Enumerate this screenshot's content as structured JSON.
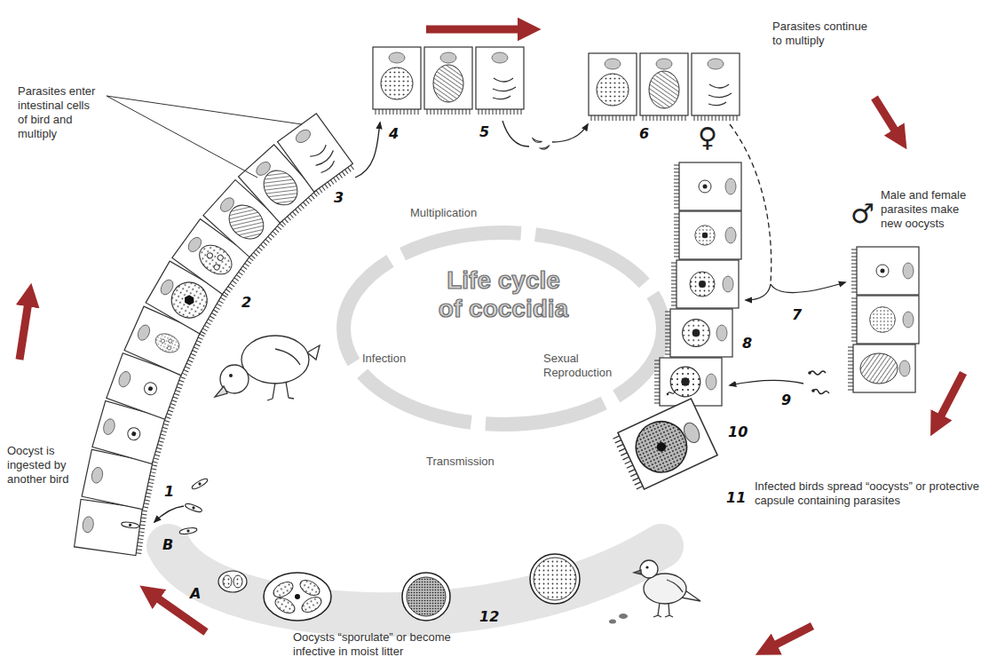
{
  "diagram": {
    "title": "Life cycle of coccidia",
    "labels": [
      "Parasites enter intestinal cells of bird and multiply",
      "Parasites continue to multiply",
      "Male and female parasites make new oocysts",
      "Infected birds spread “oocysts” or protective capsule containing parasites",
      "Oocysts “sporulate” or become infective in moist litter",
      "Oocyst is ingested by another bird",
      "Multiplication",
      "Sexual Reproduction",
      "Transmission",
      "Infection",
      "1",
      "2",
      "3",
      "4",
      "5",
      "6",
      "7",
      "8",
      "9",
      "10",
      "11",
      "12",
      "A",
      "B",
      "♀",
      "♂"
    ]
  }
}
